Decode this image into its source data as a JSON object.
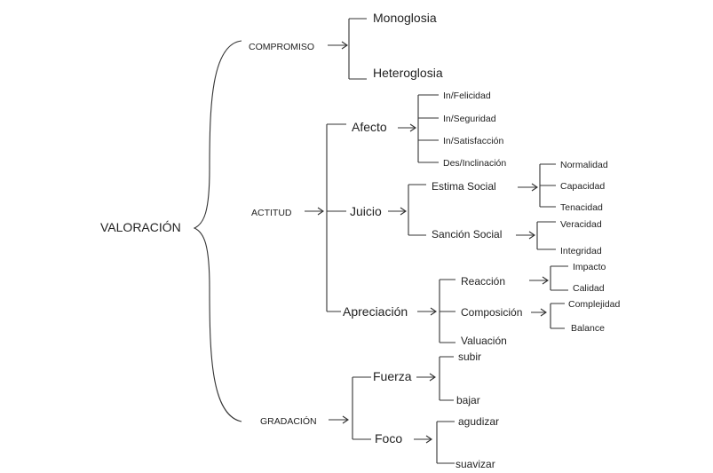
{
  "diagram": {
    "root": "VALORACIÓN",
    "compromiso": {
      "label": "COMPROMISO",
      "items": [
        "Monoglosia",
        "Heteroglosia"
      ]
    },
    "actitud": {
      "label": "ACTITUD",
      "afecto": {
        "label": "Afecto",
        "items": [
          "In/Felicidad",
          "In/Seguridad",
          "In/Satisfacción",
          "Des/Inclinación"
        ]
      },
      "juicio": {
        "label": "Juicio",
        "estima": {
          "label": "Estima Social",
          "items": [
            "Normalidad",
            "Capacidad",
            "Tenacidad"
          ]
        },
        "sancion": {
          "label": "Sanción Social",
          "items": [
            "Veracidad",
            "Integridad"
          ]
        }
      },
      "apreciacion": {
        "label": "Apreciación",
        "reaccion": {
          "label": "Reacción",
          "items": [
            "Impacto",
            "Calidad"
          ]
        },
        "composicion": {
          "label": "Composición",
          "items": [
            "Complejidad",
            "Balance"
          ]
        },
        "valuacion": {
          "label": "Valuación"
        }
      }
    },
    "gradacion": {
      "label": "GRADACIÓN",
      "fuerza": {
        "label": "Fuerza",
        "items": [
          "subir",
          "bajar"
        ]
      },
      "foco": {
        "label": "Foco",
        "items": [
          "agudizar",
          "suavizar"
        ]
      }
    }
  }
}
